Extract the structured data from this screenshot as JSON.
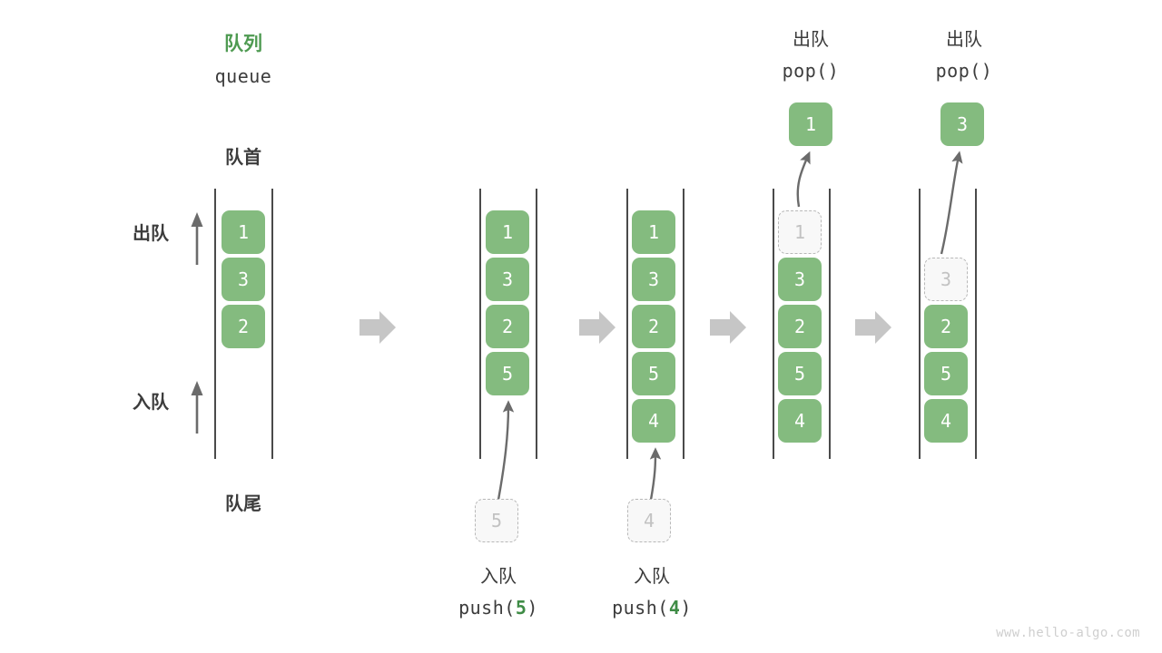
{
  "diagram": {
    "title_cn": "队列",
    "title_en": "queue",
    "front_label": "队首",
    "rear_label": "队尾",
    "dequeue_arrow_label": "出队",
    "enqueue_arrow_label": "入队",
    "watermark": "www.hello-algo.com",
    "colors": {
      "element_fill": "#84bb7f",
      "element_text": "#ffffff",
      "ghost_fill": "#f8f8f8",
      "ghost_border": "#b8b8b8",
      "ghost_text": "#c2c2c2",
      "rail": "#4a4a4a",
      "step_arrow": "#c6c6c6",
      "accent_green": "#4e9a51",
      "text": "#3c3c3c",
      "watermark": "#cfcfcf"
    }
  },
  "steps": [
    {
      "id": "step-initial",
      "top_label_cn": "",
      "top_label_code": "",
      "bottom_label_cn": "",
      "bottom_label_code": "",
      "cells": [
        {
          "value": "1",
          "state": "filled"
        },
        {
          "value": "3",
          "state": "filled"
        },
        {
          "value": "2",
          "state": "filled"
        }
      ],
      "popped": null,
      "incoming": null
    },
    {
      "id": "step-push-5",
      "top_label_cn": "",
      "top_label_code": "",
      "bottom_label_cn": "入队",
      "bottom_label_code_prefix": "push(",
      "bottom_label_code_arg": "5",
      "bottom_label_code_suffix": ")",
      "cells": [
        {
          "value": "1",
          "state": "filled"
        },
        {
          "value": "3",
          "state": "filled"
        },
        {
          "value": "2",
          "state": "filled"
        },
        {
          "value": "5",
          "state": "filled"
        }
      ],
      "popped": null,
      "incoming": {
        "value": "5",
        "state": "ghost"
      }
    },
    {
      "id": "step-push-4",
      "top_label_cn": "",
      "top_label_code": "",
      "bottom_label_cn": "入队",
      "bottom_label_code_prefix": "push(",
      "bottom_label_code_arg": "4",
      "bottom_label_code_suffix": ")",
      "cells": [
        {
          "value": "1",
          "state": "filled"
        },
        {
          "value": "3",
          "state": "filled"
        },
        {
          "value": "2",
          "state": "filled"
        },
        {
          "value": "5",
          "state": "filled"
        },
        {
          "value": "4",
          "state": "filled"
        }
      ],
      "popped": null,
      "incoming": {
        "value": "4",
        "state": "ghost"
      }
    },
    {
      "id": "step-pop-1",
      "top_label_cn": "出队",
      "top_label_code": "pop()",
      "bottom_label_cn": "",
      "bottom_label_code": "",
      "cells": [
        {
          "value": "1",
          "state": "ghost"
        },
        {
          "value": "3",
          "state": "filled"
        },
        {
          "value": "2",
          "state": "filled"
        },
        {
          "value": "5",
          "state": "filled"
        },
        {
          "value": "4",
          "state": "filled"
        }
      ],
      "popped": {
        "value": "1",
        "state": "filled"
      },
      "incoming": null
    },
    {
      "id": "step-pop-3",
      "top_label_cn": "出队",
      "top_label_code": "pop()",
      "bottom_label_cn": "",
      "bottom_label_code": "",
      "cells": [
        {
          "value": "",
          "state": "empty"
        },
        {
          "value": "3",
          "state": "ghost"
        },
        {
          "value": "2",
          "state": "filled"
        },
        {
          "value": "5",
          "state": "filled"
        },
        {
          "value": "4",
          "state": "filled"
        }
      ],
      "popped": {
        "value": "3",
        "state": "filled"
      },
      "incoming": null
    }
  ]
}
